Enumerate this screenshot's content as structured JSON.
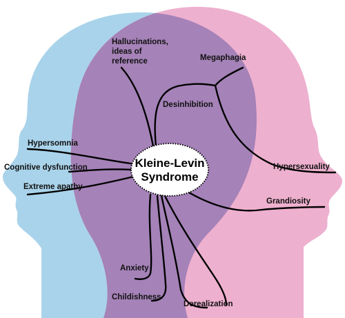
{
  "center": {
    "line1": "Kleine-Levin",
    "line2": "Syndrome"
  },
  "symptoms": {
    "hallucinations_line1": "Hallucinations,",
    "hallucinations_line2": "ideas of",
    "hallucinations_line3": "reference",
    "megaphagia": "Megaphagia",
    "desinhibition": "Desinhibition",
    "hypersomnia": "Hypersomnia",
    "cognitive_dysfunction": "Cognitive dysfunction",
    "extreme_apathy": "Extreme apathy",
    "hypersexuality": "Hypersexuality",
    "grandiosity": "Grandiosity",
    "anxiety": "Anxiety",
    "childishness": "Childishness",
    "derealization": "Derealization"
  },
  "colors": {
    "left_head": "#a9d3ea",
    "right_head": "#eeb0cf",
    "overlap": "#a582b8",
    "center_fill": "#ffffff",
    "lines": "#000000"
  }
}
